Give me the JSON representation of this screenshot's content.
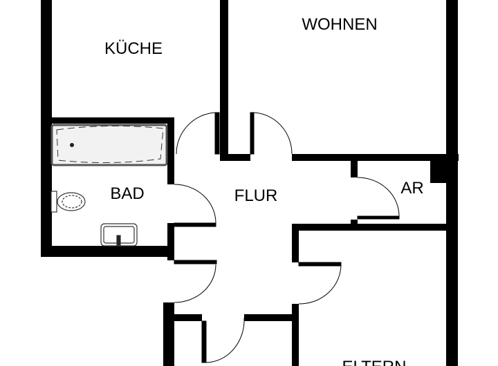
{
  "plan": {
    "rooms": [
      {
        "id": "kueche",
        "label": "KÜCHE"
      },
      {
        "id": "wohnen",
        "label": "WOHNEN"
      },
      {
        "id": "bad",
        "label": "BAD"
      },
      {
        "id": "flur",
        "label": "FLUR"
      },
      {
        "id": "ar",
        "label": "AR"
      },
      {
        "id": "eltern",
        "label": "ELTERN"
      }
    ],
    "colors": {
      "wall": "#000000",
      "fixture_fill": "#f2f2f2",
      "fixture_stroke": "#555555"
    }
  }
}
